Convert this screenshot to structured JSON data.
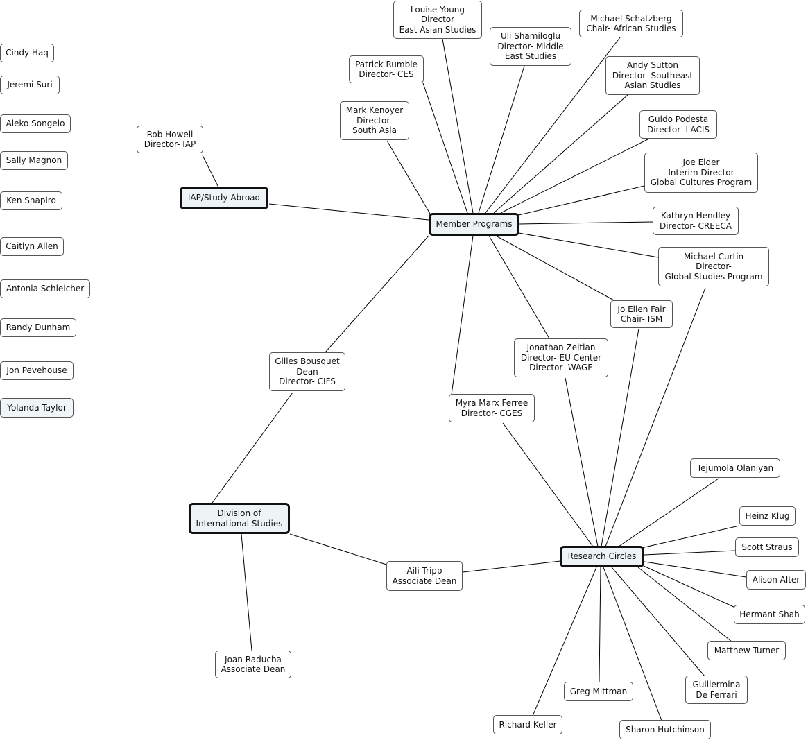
{
  "central_nodes": {
    "member_programs": "Member Programs",
    "research_circles": "Research Circles",
    "division": "Division of\nInternational Studies",
    "iap": "IAP/Study Abroad"
  },
  "people": {
    "rob_howell": "Rob Howell\nDirector- IAP",
    "louise_young": "Louise Young\nDirector\nEast Asian Studies",
    "patrick_rumble": "Patrick Rumble\nDirector- CES",
    "uli_shamiloglu": "Uli Shamiloglu\nDirector- Middle\nEast Studies",
    "michael_schatzberg": "Michael Schatzberg\nChair- African Studies",
    "andy_sutton": "Andy Sutton\nDirector- Southeast\nAsian Studies",
    "mark_kenoyer": "Mark Kenoyer\nDirector-\nSouth Asia",
    "guido_podesta": "Guido Podesta\nDirector- LACIS",
    "joe_elder": "Joe Elder\nInterim Director\nGlobal Cultures Program",
    "kathryn_hendley": "Kathryn Hendley\nDirector- CREECA",
    "michael_curtin": "Michael Curtin\nDirector-\nGlobal Studies Program",
    "jo_ellen_fair": "Jo Ellen Fair\nChair- ISM",
    "jonathan_zeitlan": "Jonathan Zeitlan\nDirector- EU Center\nDirector- WAGE",
    "gilles_bousquet": "Gilles Bousquet\nDean\nDirector- CIFS",
    "myra_marx_ferree": "Myra Marx Ferree\nDirector- CGES",
    "aili_tripp": "Aili Tripp\nAssociate Dean",
    "joan_raducha": "Joan Raducha\nAssociate Dean",
    "tejumola_olaniyan": "Tejumola Olaniyan",
    "heinz_klug": "Heinz Klug",
    "scott_straus": "Scott Straus",
    "alison_alter": "Alison Alter",
    "hermant_shah": "Hermant Shah",
    "matthew_turner": "Matthew Turner",
    "guillermina_de_ferrari": "Guillermina\nDe Ferrari",
    "greg_mittman": "Greg Mittman",
    "richard_keller": "Richard Keller",
    "sharon_hutchinson": "Sharon Hutchinson"
  },
  "unlinked": {
    "cindy_haq": "Cindy Haq",
    "jeremi_suri": "Jeremi Suri",
    "aleko_songelo": "Aleko Songelo",
    "sally_magnon": "Sally Magnon",
    "ken_shapiro": "Ken Shapiro",
    "caitlyn_allen": "Caitlyn Allen",
    "antonia_schleicher": "Antonia Schleicher",
    "randy_dunham": "Randy Dunham",
    "jon_pevehouse": "Jon Pevehouse",
    "yolanda_taylor": "Yolanda Taylor"
  }
}
